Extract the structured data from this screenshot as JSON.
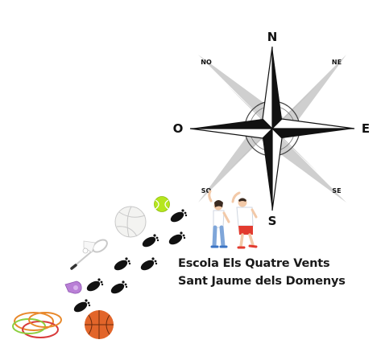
{
  "compass": {
    "north": "N",
    "east": "E",
    "south": "S",
    "west": "O",
    "northeast": "NE",
    "northwest": "NO",
    "southeast": "SE",
    "southwest": "SO"
  },
  "school": {
    "line1": "Escola Els Quatre Vents",
    "line2": "Sant Jaume dels Domenys"
  },
  "icons": [
    "compass-rose-icon",
    "people-stretching-icon",
    "tennis-ball-icon",
    "volleyball-icon",
    "badminton-racket-icon",
    "shuttlecock-icon",
    "whistle-icon",
    "hoops-icon",
    "basketball-icon",
    "footprints-icon"
  ],
  "colors": {
    "compass_dark": "#111111",
    "compass_grey": "#9a9a9a",
    "tennis_ball": "#b5e61d",
    "basketball": "#e2652a",
    "whistle": "#b97fd6",
    "hoop_orange": "#e8892c",
    "hoop_red": "#d83a3a",
    "hoop_green": "#8ccf3f"
  }
}
